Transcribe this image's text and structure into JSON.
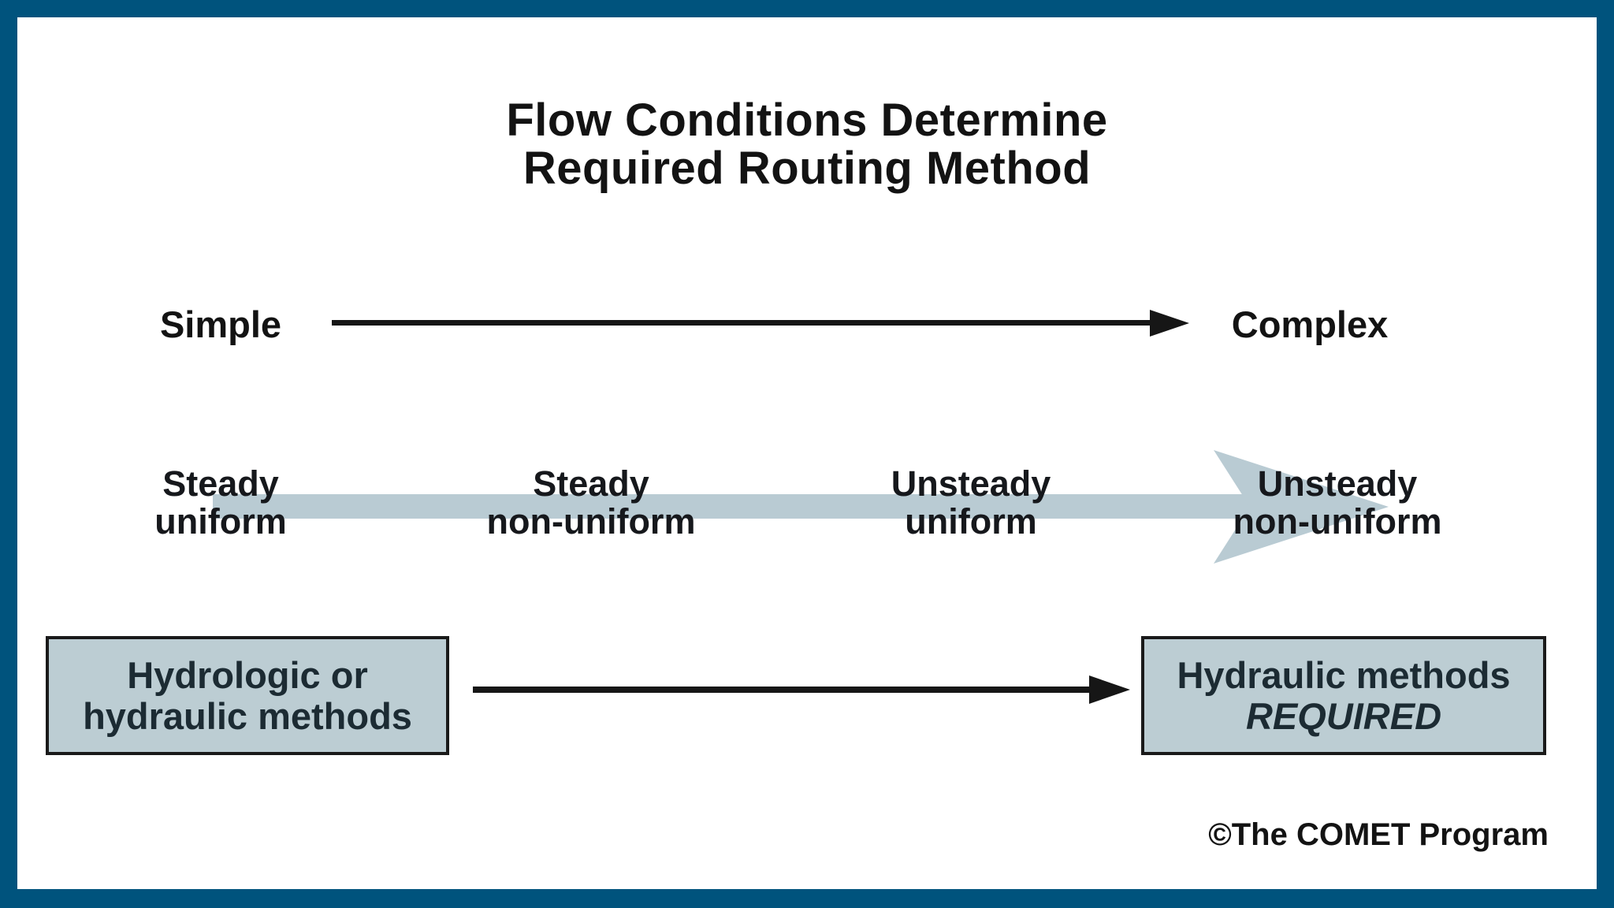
{
  "title": {
    "line1": "Flow Conditions Determine",
    "line2": "Required Routing Method"
  },
  "spectrum": {
    "left_label": "Simple",
    "right_label": "Complex"
  },
  "flow_conditions": {
    "items": [
      {
        "line1": "Steady",
        "line2": "uniform"
      },
      {
        "line1": "Steady",
        "line2": "non-uniform"
      },
      {
        "line1": "Unsteady",
        "line2": "uniform"
      },
      {
        "line1": "Unsteady",
        "line2": "non-uniform"
      }
    ]
  },
  "methods": {
    "left_box": {
      "line1": "Hydrologic or",
      "line2": "hydraulic methods"
    },
    "right_box": {
      "line1": "Hydraulic methods",
      "line2": "REQUIRED"
    }
  },
  "credit": "©The COMET Program",
  "colors": {
    "frame_blue": "#00537d",
    "panel_white": "#ffffff",
    "band_blue_gray": "#b9cbd3",
    "box_fill": "#bccdd3",
    "box_border": "#1a1a1a",
    "arrow_black": "#161616",
    "text_black": "#131313",
    "box_text": "#1c2b33"
  }
}
